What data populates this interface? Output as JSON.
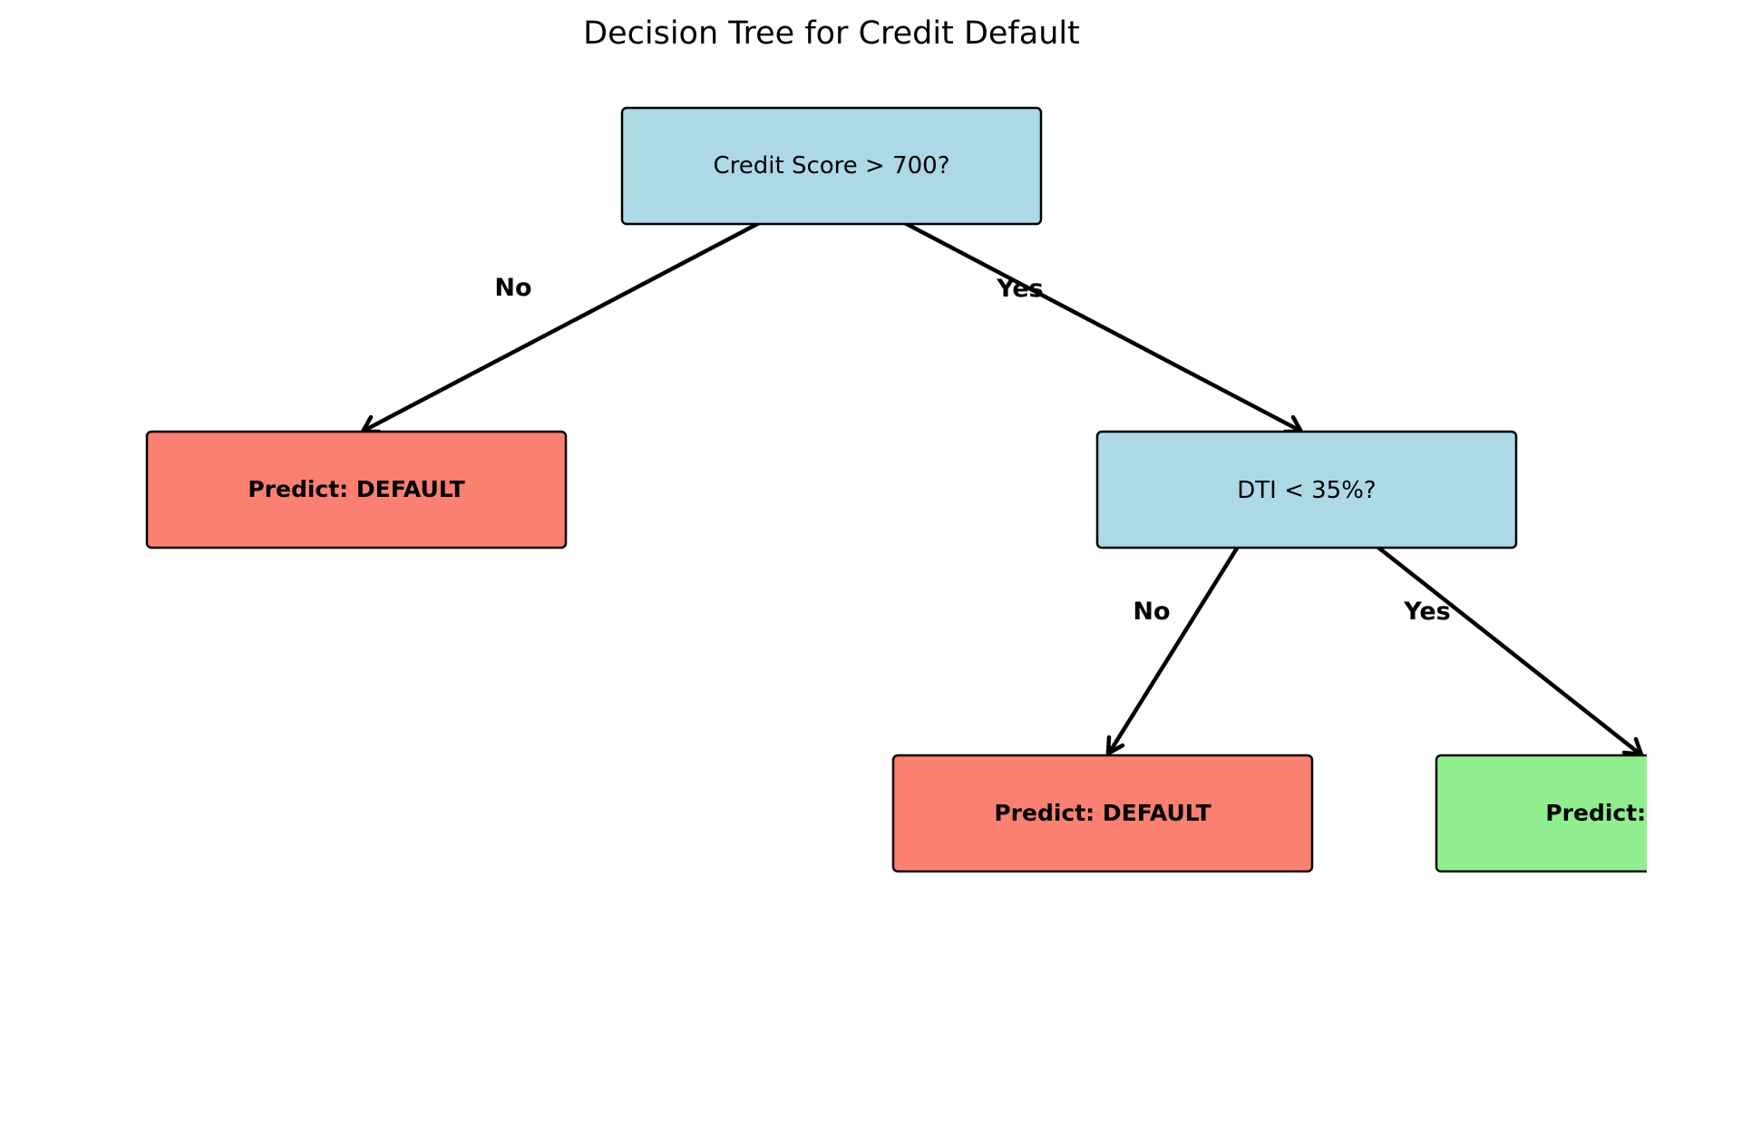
{
  "title": "Decision Tree for Credit Default",
  "colors": {
    "decision": "#add8e6",
    "default": "#fa8072",
    "repaid": "#90ee90",
    "line": "#000000"
  },
  "nodes": {
    "root": {
      "label": "Credit Score > 700?",
      "kind": "decision"
    },
    "leaf_left": {
      "label": "Predict: DEFAULT",
      "kind": "default"
    },
    "dti": {
      "label": "DTI < 35%?",
      "kind": "decision"
    },
    "leaf_dti_no": {
      "label": "Predict: DEFAULT",
      "kind": "default"
    },
    "leaf_dti_yes": {
      "label": "Predict: REPAID",
      "kind": "repaid"
    }
  },
  "edges": {
    "root_no": {
      "from": "root",
      "to": "leaf_left",
      "label": "No"
    },
    "root_yes": {
      "from": "root",
      "to": "dti",
      "label": "Yes"
    },
    "dti_no": {
      "from": "dti",
      "to": "leaf_dti_no",
      "label": "No"
    },
    "dti_yes": {
      "from": "dti",
      "to": "leaf_dti_yes",
      "label": "Yes"
    }
  }
}
